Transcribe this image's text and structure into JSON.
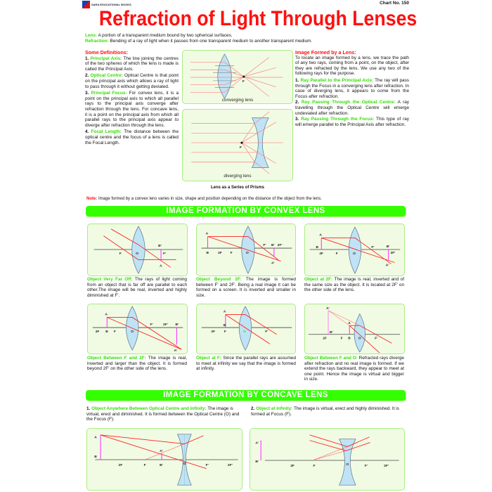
{
  "header": {
    "logo_text": "SARA EDUCATIONAL BOOKS",
    "chart_no": "Chart No. 150",
    "title": "Refraction of Light Through Lenses"
  },
  "intro": {
    "lens_term": "Lens:",
    "lens_text": " A portion of a transparent medium bound by two spherical surfaces.",
    "refraction_term": "Refraction:",
    "refraction_text": " Bending of a ray of light when it passes from one transparent medium to another transparent medium."
  },
  "definitions": {
    "heading": "Some Definitions:",
    "items": [
      {
        "num": "1.",
        "term": " Principal Axis:",
        "text": " The line joining the centres of the two spheres of which the lens is made is called the Principal Axis."
      },
      {
        "num": "2.",
        "term": " Optical Centre:",
        "text": " Optical Centre is that point on the principal axis which allows a ray of light to pass through it without getting deviated."
      },
      {
        "num": "3.",
        "term": " Principal Focus:",
        "text": " For convex lens, it is a point on the principal axis to which all parallel rays to the principal axis converge after refraction through the lens. For concave lens, it is a point on the principal axis from which all parallel rays to the principal axis appear to diverge after refraction through the lens."
      },
      {
        "num": "4.",
        "term": " Focal Length:",
        "text": " The distance between the optical centre and the focus of a lens is called the Focal Length."
      }
    ]
  },
  "prisms": {
    "converging_label": "converging lens",
    "diverging_label": "diverging lens",
    "focus_label": "F",
    "caption": "Lens as a Series of Prisms"
  },
  "image_formed": {
    "heading": "Image Formed by a Lens:",
    "intro": "To locate an image formed by a lens, we trace the path of any two rays, coming from a point, on the object, after they are refracted by the lens. We use any two of the following rays for the purpose.",
    "rules": [
      {
        "num": "1.",
        "term": " Ray Parallel to the Principal Axis:",
        "text": " The ray will pass through the Focus in a converging lens after refraction. In case of diverging lens, it appears to come from the Focus after refraction."
      },
      {
        "num": "2.",
        "term": " Ray Passing Through the Optical Centre:",
        "text": " A ray travelling through the Optical Centre will emerge undeviated after refraction."
      },
      {
        "num": "3.",
        "term": " Ray Passing Through the Focus:",
        "text": " This type of ray will emerge parallel to the Principal Axis after refraction."
      }
    ]
  },
  "note": {
    "term": "Note:",
    "text": " Image formed by a convex lens varies in size, shape and position depending on the distance of the object from the lens."
  },
  "convex": {
    "banner": "IMAGE FORMATION BY CONVEX LENS",
    "cases": [
      {
        "term": "Object Very Far Off:",
        "text": " The rays of light coming from an object that is far off are parallel to each other.The image will be real, inverted and highly diminished at F'.",
        "labels": [
          "F",
          "O",
          "B'",
          "F'",
          "A"
        ]
      },
      {
        "term": "Object Beyond 2F:",
        "text": " The image is formed between F' and 2F'. Being a real image it can be formed on a screen. It is inverted and smaller in size.",
        "labels": [
          "A",
          "B",
          "2F",
          "F",
          "O",
          "F'",
          "B'",
          "2F'",
          "A'"
        ]
      },
      {
        "term": "Object at 2F:",
        "text": " The image is real, inverted and of the same size as the object. It is located at 2F' on the other side of the lens.",
        "labels": [
          "A",
          "B",
          "2F",
          "F",
          "O",
          "F'",
          "B'",
          "2F'",
          "A'"
        ]
      },
      {
        "term": "Object Between F and 2F:",
        "text": " The image is real, inverted and larger than the object. It is formed beyond 2F' on the other side of the lens.",
        "labels": [
          "A",
          "2F",
          "B",
          "F",
          "O",
          "F'",
          "2F'",
          "B'",
          "A'"
        ]
      },
      {
        "term": "Object at F:",
        "text": " Since the parallel rays are assumed to meet at infinity we say that the image is formed at infinity.",
        "labels": [
          "A",
          "B",
          "2F",
          "F",
          "O",
          "F'"
        ]
      },
      {
        "term": "Object Between F and O:",
        "text": " Refracted rays diverge after refraction and no real image is formed. If we extend the rays backward, they appear to meet at one point. Hence the image is virtual and bigger in size.",
        "labels": [
          "A'",
          "B'",
          "2F",
          "F",
          "A",
          "B",
          "O",
          "F'"
        ]
      }
    ]
  },
  "concave": {
    "banner": "IMAGE FORMATION BY CONCAVE LENS",
    "cases": [
      {
        "num": "1.",
        "term": "  Object Anywhere Between Optical Centre and Infinity:",
        "text": " The image is virtual, erect and diminished. It is formed between the Optical Centre (O) and the Focus (F).",
        "labels": [
          "A",
          "B",
          "2F",
          "F",
          "A'",
          "B'",
          "O",
          "F'",
          "2F'"
        ]
      },
      {
        "num": "2.",
        "term": "  Object at Infinity:",
        "text": " The image is virtual, erect and highly diminished. It is formed at Focus (F).",
        "labels": [
          "A'",
          "B'",
          "2F",
          "F",
          "O",
          "F'",
          "2F'"
        ]
      }
    ]
  },
  "colors": {
    "title": "#ff1010",
    "term": "#33dd00",
    "banner": "#33ff00",
    "ray": "#ff2020",
    "object": "#ff33ff",
    "lens": "#bfe3f4",
    "panel": "#f1fbe3"
  }
}
